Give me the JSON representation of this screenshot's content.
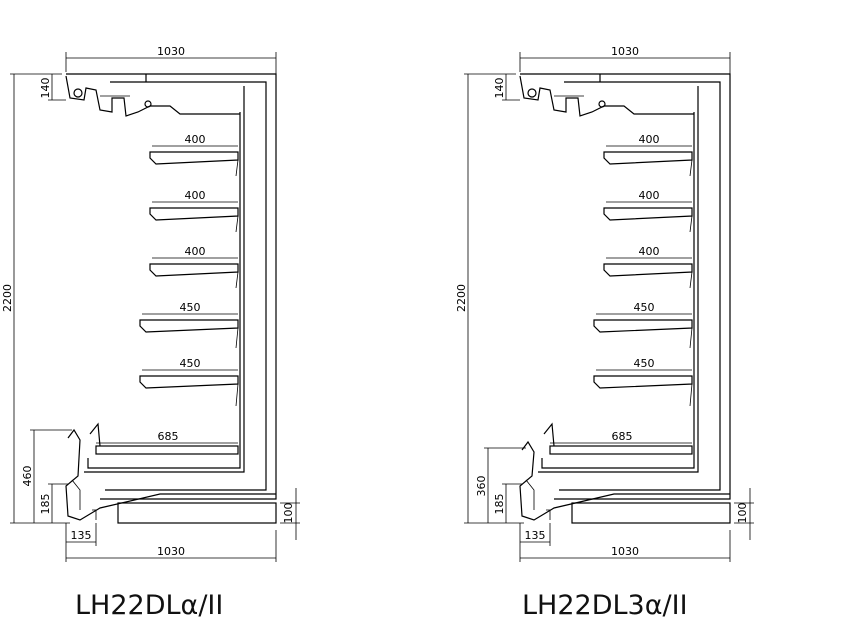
{
  "diagrams": [
    {
      "caption": "LH22DLα/II",
      "width_top": "1030",
      "width_bottom": "1030",
      "height_total": "2200",
      "canopy": "140",
      "base_height": "460",
      "kick_height": "185",
      "base_depth": "135",
      "foot": "100",
      "shelves": [
        "400",
        "400",
        "400",
        "450",
        "450"
      ],
      "deck": "685"
    },
    {
      "caption": "LH22DL3α/II",
      "width_top": "1030",
      "width_bottom": "1030",
      "height_total": "2200",
      "canopy": "140",
      "base_height": "360",
      "kick_height": "185",
      "base_depth": "135",
      "foot": "100",
      "shelves": [
        "400",
        "400",
        "400",
        "450",
        "450"
      ],
      "deck": "685"
    }
  ]
}
